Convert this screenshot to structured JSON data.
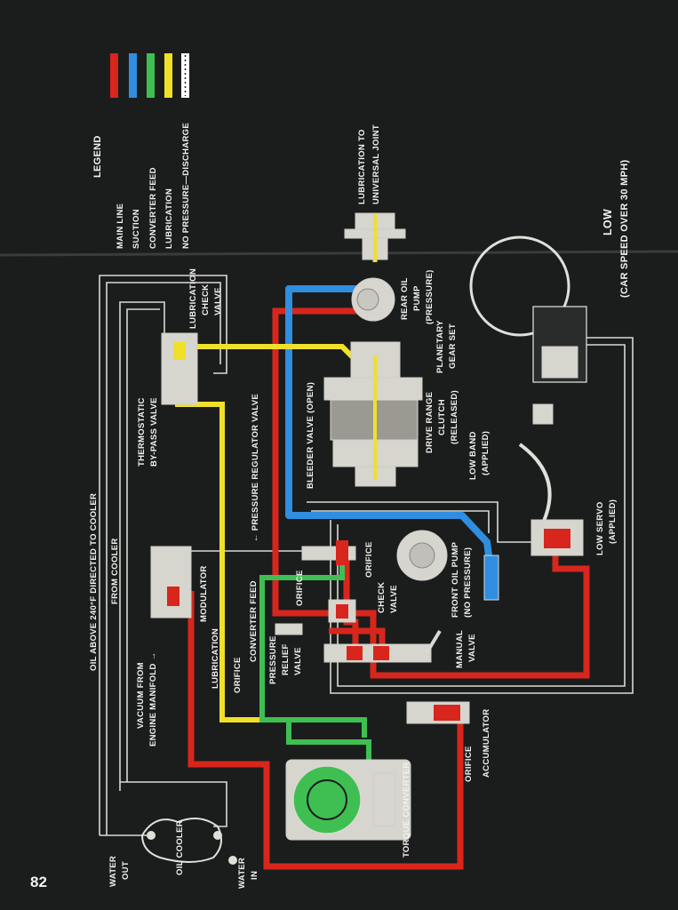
{
  "page_number": "82",
  "legend": {
    "title": "LEGEND",
    "items": [
      {
        "label": "MAIN LINE",
        "color": "#d8261c"
      },
      {
        "label": "SUCTION",
        "color": "#2f8ee0"
      },
      {
        "label": "CONVERTER FEED",
        "color": "#3fbf52"
      },
      {
        "label": "LUBRICATION",
        "color": "#f0e02a"
      },
      {
        "label": "NO PRESSURE—DISCHARGE",
        "color": "#ffffff"
      }
    ]
  },
  "title": {
    "main": "LOW",
    "sub": "(CAR SPEED OVER 30 MPH)"
  },
  "labels": {
    "lube_universal_1": "LUBRICATION TO",
    "lube_universal_2": "UNIVERSAL JOINT",
    "rear_pump_1": "REAR OIL",
    "rear_pump_2": "PUMP",
    "rear_pump_3": "(PRESSURE)",
    "planetary_1": "PLANETARY",
    "planetary_2": "GEAR SET",
    "drive_clutch_1": "DRIVE RANGE",
    "drive_clutch_2": "CLUTCH",
    "drive_clutch_3": "(RELEASED)",
    "low_band_1": "LOW BAND",
    "low_band_2": "(APPLIED)",
    "low_servo_1": "LOW SERVO",
    "low_servo_2": "(APPLIED)",
    "bleeder": "BLEEDER VALVE (OPEN)",
    "lube_check_1": "LUBRICATION",
    "lube_check_2": "CHECK",
    "lube_check_3": "VALVE",
    "thermo_1": "THERMOSTATIC",
    "thermo_2": "BY-PASS VALVE",
    "pressure_reg": "← PRESSURE REGULATOR VALVE",
    "oil_above": "OIL ABOVE 240°F DIRECTED TO COOLER",
    "from_cooler": "FROM COOLER",
    "modulator": "MODULATOR",
    "vacuum_1": "VACUUM FROM",
    "vacuum_2": "ENGINE MANIFOLD →",
    "orifice_a": "ORIFICE",
    "orifice_b": "ORIFICE",
    "orifice_c": "ORIFICE",
    "orifice_d": "ORIFICE",
    "lubrication": "LUBRICATION",
    "converter_feed": "CONVERTER FEED",
    "check_valve_1": "CHECK",
    "check_valve_2": "VALVE",
    "front_pump_1": "FRONT OIL PUMP",
    "front_pump_2": "(NO PRESSURE)",
    "relief_1": "PRESSURE",
    "relief_2": "RELIEF",
    "relief_3": "VALVE",
    "manual_1": "MANUAL",
    "manual_2": "VALVE",
    "accumulator": "ACCUMULATOR",
    "torque_converter": "TORQUE CONVERTER",
    "oil_cooler": "OIL COOLER",
    "water_out_1": "WATER",
    "water_out_2": "OUT",
    "water_in_1": "WATER",
    "water_in_2": "IN"
  }
}
